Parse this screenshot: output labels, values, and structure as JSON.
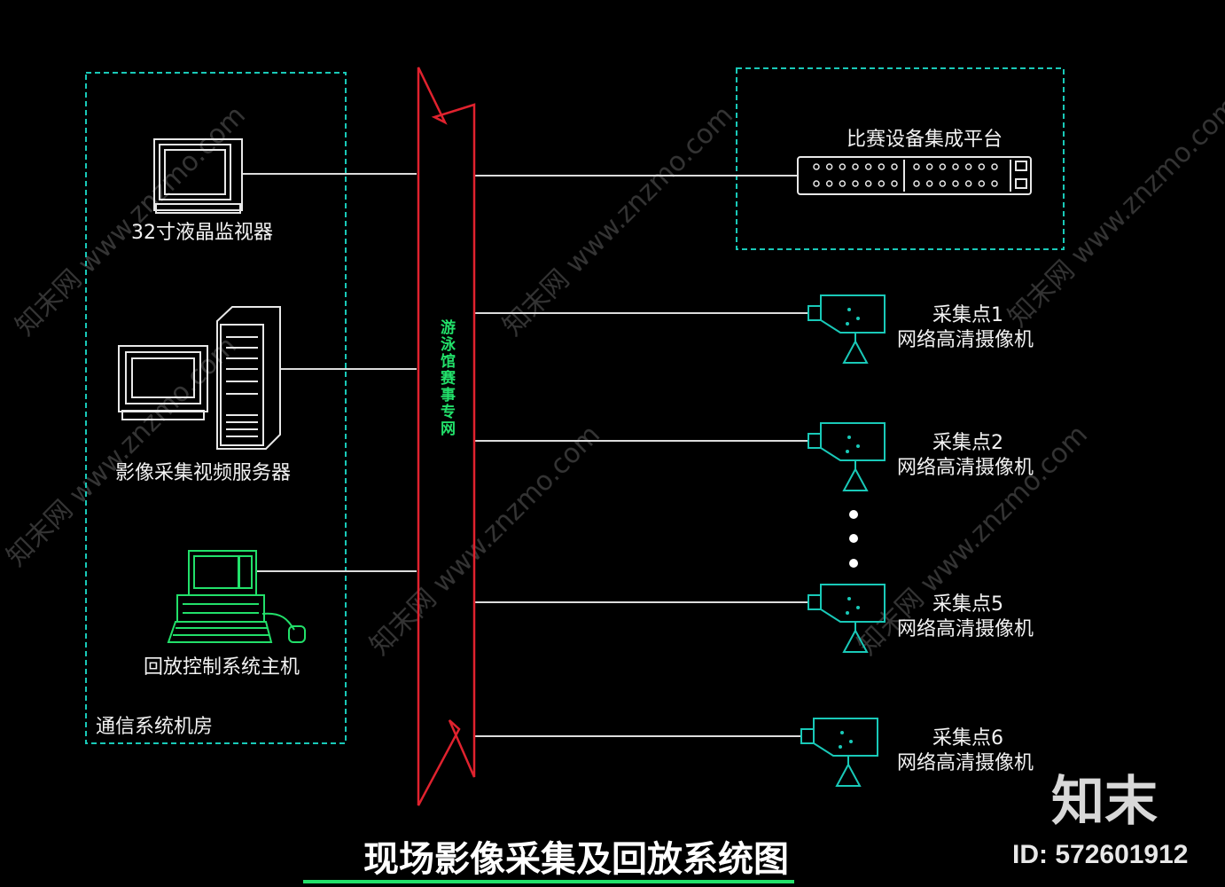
{
  "title": "现场影像采集及回放系统图",
  "network_label": "游泳馆赛事专网",
  "room": {
    "label": "通信系统机房"
  },
  "devices": {
    "monitor": "32寸液晶监视器",
    "server": "影像采集视频服务器",
    "playback": "回放控制系统主机"
  },
  "platform": {
    "label": "比赛设备集成平台"
  },
  "cameras": [
    {
      "point": "采集点1",
      "type": "网络高清摄像机"
    },
    {
      "point": "采集点2",
      "type": "网络高清摄像机"
    },
    {
      "point": "采集点5",
      "type": "网络高清摄像机"
    },
    {
      "point": "采集点6",
      "type": "网络高清摄像机"
    }
  ],
  "watermark": {
    "logo": "知末",
    "id": "ID: 572601912",
    "site": "知末网 www.znzmo.com"
  },
  "colors": {
    "background": "#000000",
    "cyan": "#19c9b8",
    "network": "#e0222e",
    "green": "#22e06a",
    "line": "#dcdcdc"
  }
}
